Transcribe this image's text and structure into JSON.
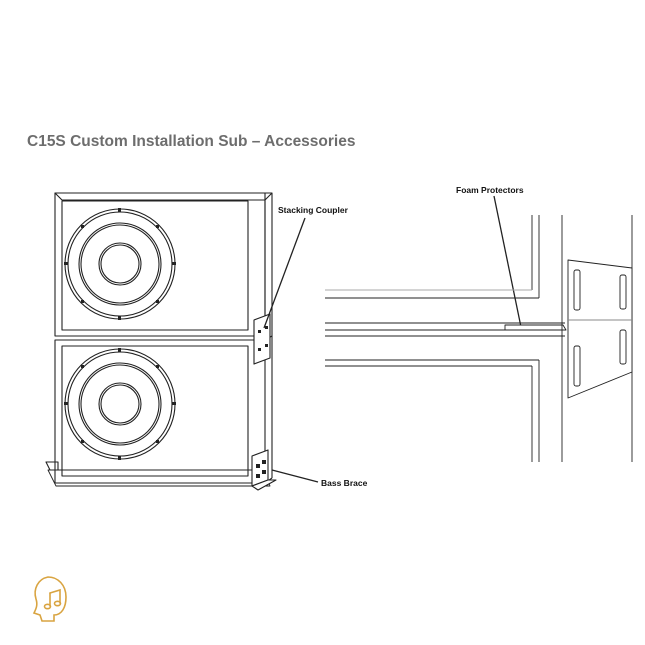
{
  "title": "C15S Custom Installation Sub – Accessories",
  "callouts": {
    "stacking_coupler": "Stacking Coupler",
    "foam_protectors": "Foam Protectors",
    "bass_brace": "Bass Brace"
  },
  "colors": {
    "title": "#6d6d6d",
    "line": "#222222",
    "logo": "#d9a441"
  },
  "icons": [
    "speaker-driver-icon",
    "music-note-head-logo"
  ]
}
